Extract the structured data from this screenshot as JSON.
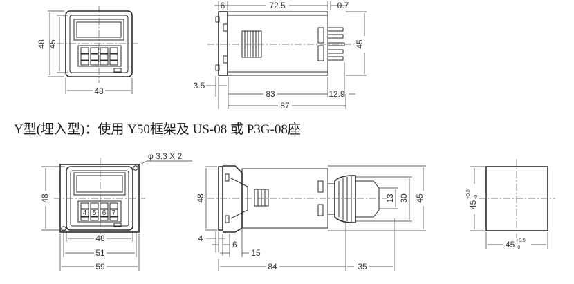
{
  "caption": "Y型(埋入型)：使用 Y50框架及 US-08 或 P3G-08座",
  "top_front": {
    "height_outer": "48",
    "height_inner": "45",
    "width": "48"
  },
  "top_side": {
    "front_depth": "6",
    "body": "72.5",
    "pin_gap": "0.7",
    "height": "45",
    "panel": "3.5",
    "body_len": "83",
    "pins": "12.9",
    "total": "87"
  },
  "bottom_front": {
    "hole": "φ 3.3 X 2",
    "height": "48",
    "w1": "48",
    "w2": "51",
    "w3": "59"
  },
  "bottom_front_digits": [
    "4",
    "5",
    "6",
    "7"
  ],
  "bottom_side": {
    "height": "48",
    "d4": "4",
    "d6": "6",
    "d15": "15",
    "depth": "84",
    "socket": "35",
    "h13": "13",
    "h30": "30",
    "h45": "45"
  },
  "cutout": {
    "size": "45",
    "tol_plus": "+0.5",
    "tol_zero": "-0"
  }
}
